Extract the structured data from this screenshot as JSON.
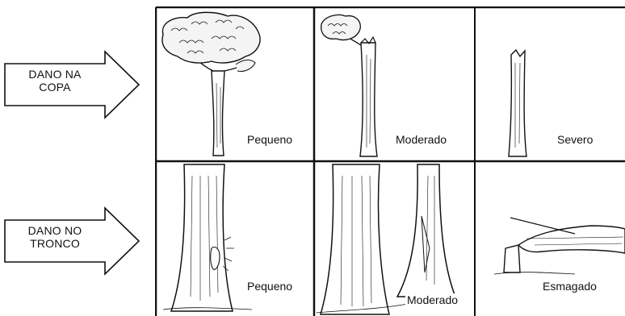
{
  "rows": [
    {
      "arrow": {
        "line1": "DANO NA",
        "line2": "COPA"
      },
      "cells": [
        {
          "label": "Pequeno"
        },
        {
          "label": "Moderado"
        },
        {
          "label": "Severo"
        }
      ]
    },
    {
      "arrow": {
        "line1": "DANO NO",
        "line2": "TRONCO"
      },
      "cells": [
        {
          "label": "Pequeno"
        },
        {
          "label": "Moderado"
        },
        {
          "label": "Esmagado"
        }
      ]
    }
  ]
}
